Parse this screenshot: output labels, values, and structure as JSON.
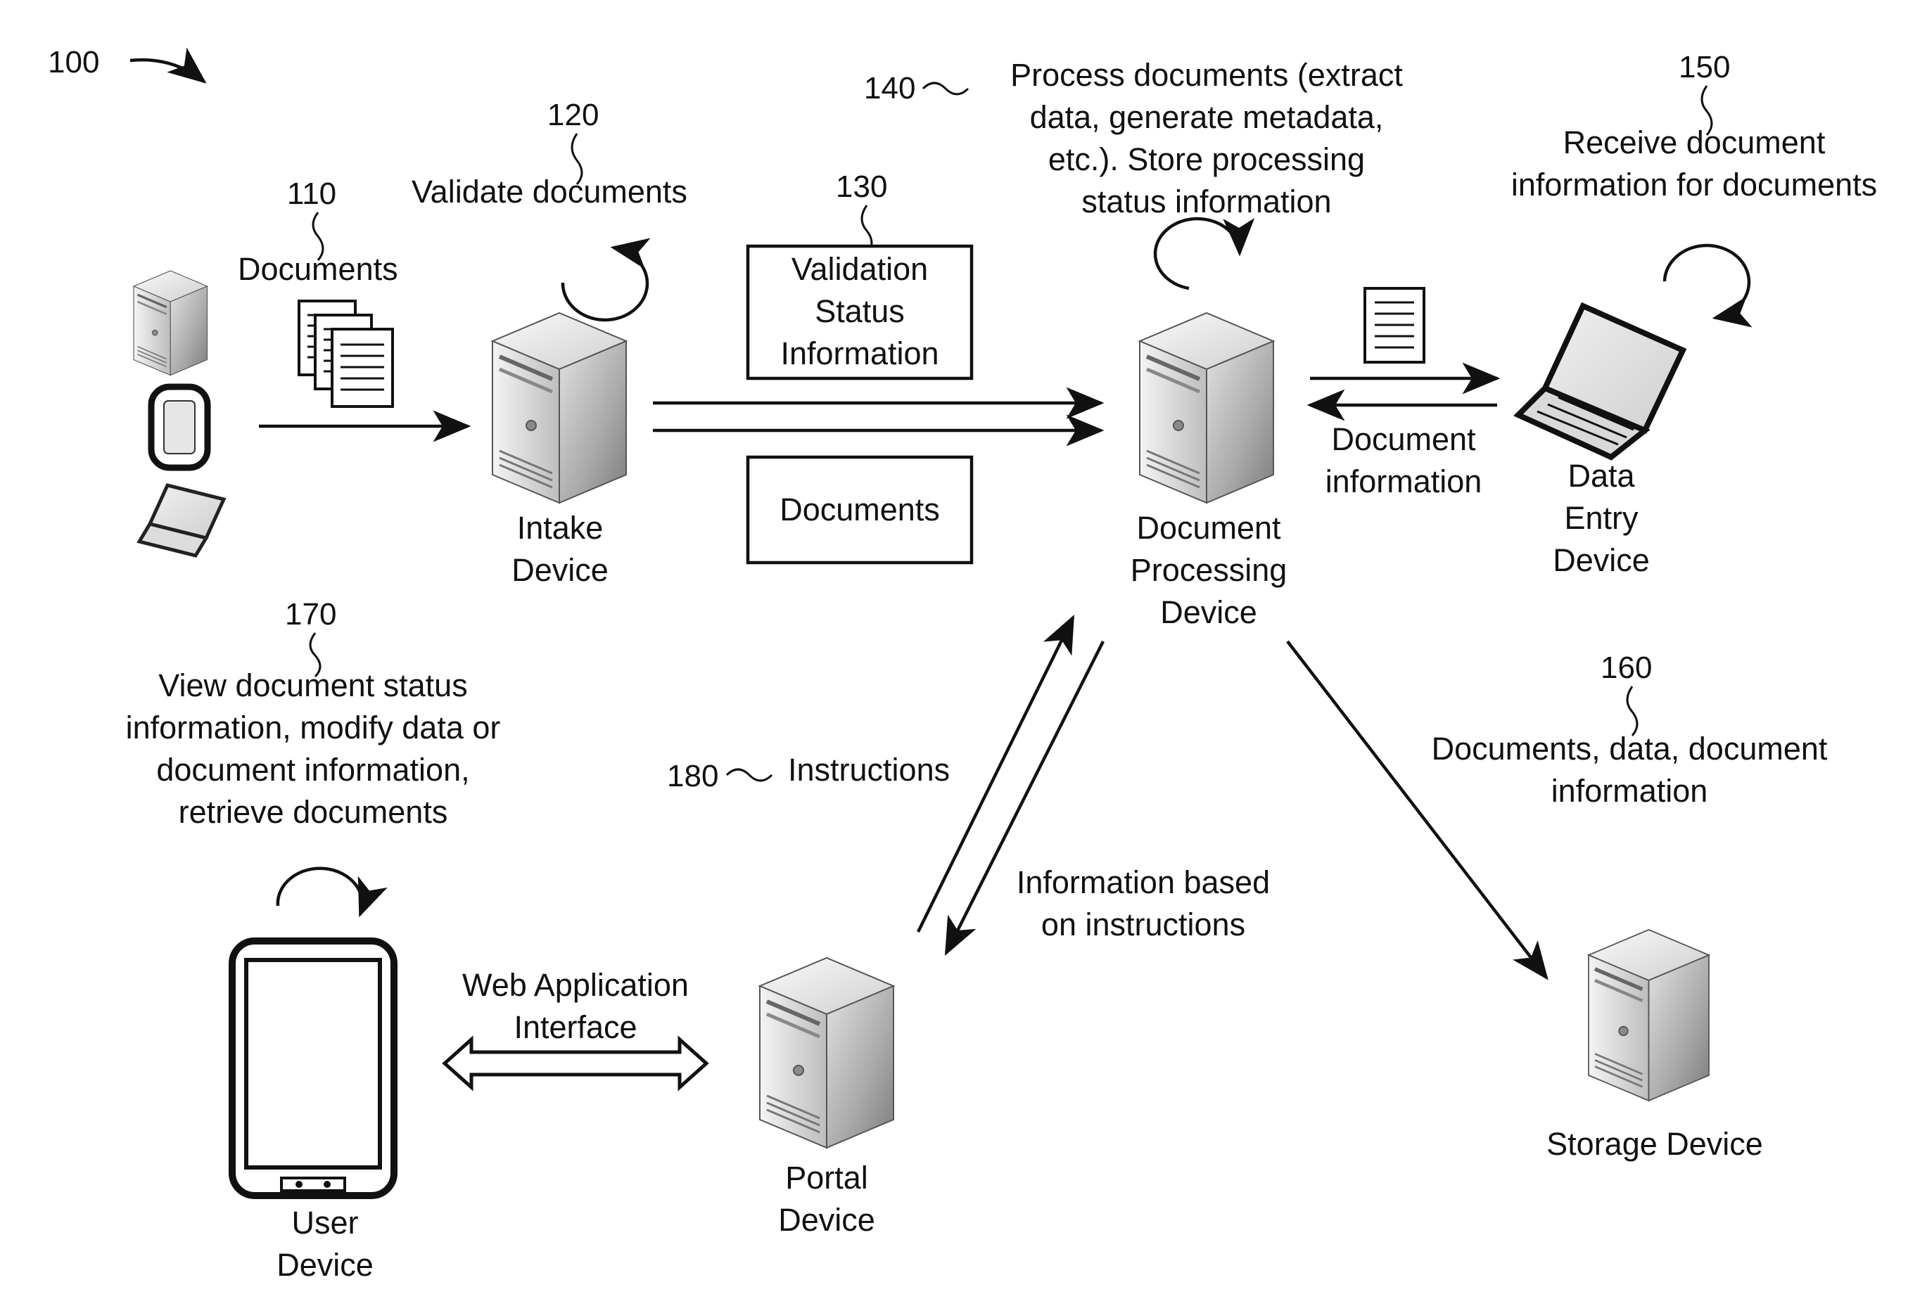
{
  "figure_ref": "100",
  "steps": {
    "documents_ref": "110",
    "documents_label": "Documents",
    "validate_ref": "120",
    "validate_label": "Validate documents",
    "status_ref": "130",
    "status_box_lines": [
      "Validation",
      "Status",
      "Information"
    ],
    "documents_box_label": "Documents",
    "process_ref": "140",
    "process_lines": [
      "Process documents (extract",
      "data, generate metadata,",
      "etc.). Store processing",
      "status information"
    ],
    "receive_ref": "150",
    "receive_lines": [
      "Receive document",
      "information for documents"
    ],
    "doc_info_lines": [
      "Document",
      "information"
    ],
    "storage_ref": "160",
    "storage_lines": [
      "Documents, data, document",
      "information"
    ],
    "view_ref": "170",
    "view_lines": [
      "View document status",
      "information, modify data or",
      "document information,",
      "retrieve documents"
    ],
    "instructions_ref": "180",
    "instructions_label": "Instructions",
    "info_instr_lines": [
      "Information based",
      "on instructions"
    ],
    "web_app_lines": [
      "Web Application",
      "Interface"
    ]
  },
  "devices": {
    "intake": [
      "Intake",
      "Device"
    ],
    "processing": [
      "Document",
      "Processing",
      "Device"
    ],
    "data_entry": [
      "Data",
      "Entry",
      "Device"
    ],
    "storage": "Storage Device",
    "portal": [
      "Portal",
      "Device"
    ],
    "user": [
      "User",
      "Device"
    ]
  },
  "icons": {
    "server": "server-tower-icon",
    "laptop": "laptop-icon",
    "phone": "phone-icon",
    "tablet": "tablet-icon",
    "document": "document-icon",
    "loop": "loop-arrow-icon"
  }
}
